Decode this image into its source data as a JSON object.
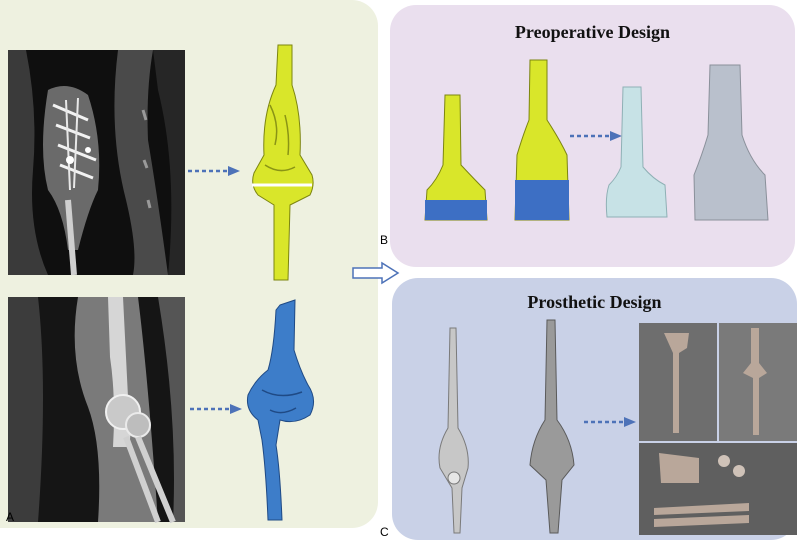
{
  "panels": {
    "a": {
      "letter": "A"
    },
    "b": {
      "letter": "B",
      "title": "Preoperative Design"
    },
    "c": {
      "letter": "C",
      "title": "Prosthetic Design"
    }
  },
  "colors": {
    "panel_a_bg": "#eef1e0",
    "panel_b_bg": "#eadfee",
    "panel_c_bg": "#c9d1e7",
    "model_yellow": "#d9e62a",
    "model_blue": "#3d7dc9",
    "arrow_blue": "#4d72b8",
    "metal": "#b9a79a"
  }
}
